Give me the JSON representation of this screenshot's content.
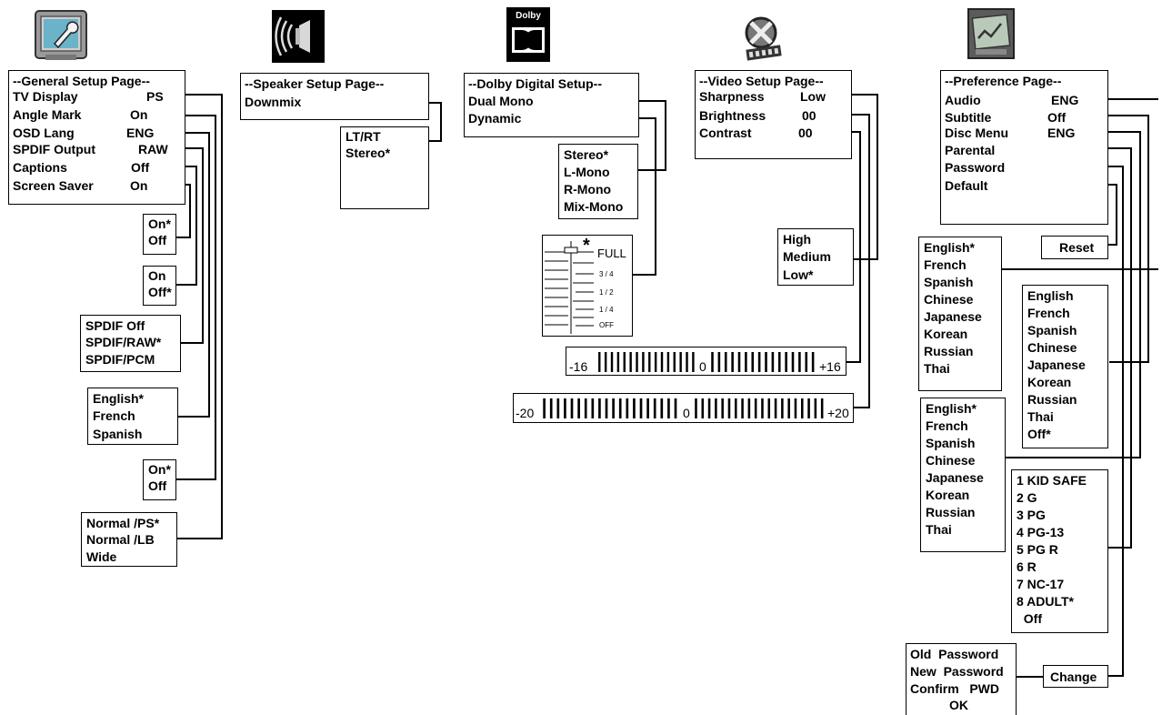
{
  "general": {
    "title": "--General Setup Page--",
    "items": [
      {
        "label": "TV Display",
        "value": "PS"
      },
      {
        "label": "Angle Mark",
        "value": "On"
      },
      {
        "label": "OSD Lang",
        "value": "ENG"
      },
      {
        "label": "SPDIF Output",
        "value": "RAW"
      },
      {
        "label": "Captions",
        "value": "Off"
      },
      {
        "label": "Screen Saver",
        "value": "On"
      }
    ],
    "opt_screen_saver": [
      "On*",
      "Off"
    ],
    "opt_captions": [
      "On",
      "Off*"
    ],
    "opt_spdif": [
      "SPDIF Off",
      "SPDIF/RAW*",
      "SPDIF/PCM"
    ],
    "opt_osd": [
      "English*",
      "French",
      "Spanish"
    ],
    "opt_angle": [
      "On*",
      "Off"
    ],
    "opt_tv": [
      "Normal /PS*",
      "Normal /LB",
      "Wide"
    ]
  },
  "speaker": {
    "title": "--Speaker Setup Page--",
    "items": [
      {
        "label": "Downmix"
      }
    ],
    "opt_downmix": [
      "LT/RT",
      "Stereo*"
    ]
  },
  "dolby": {
    "icon_text": "Dolby",
    "title": "--Dolby Digital Setup--",
    "items": [
      {
        "label": "Dual Mono"
      },
      {
        "label": "Dynamic"
      }
    ],
    "opt_dual_mono": [
      "Stereo*",
      "L-Mono",
      "R-Mono",
      "Mix-Mono"
    ],
    "dynamic_marker": "*",
    "dynamic_levels": [
      "FULL",
      "3 / 4",
      "1 / 2",
      "1 / 4",
      "OFF"
    ]
  },
  "video": {
    "title": "--Video Setup Page--",
    "items": [
      {
        "label": "Sharpness",
        "value": "Low"
      },
      {
        "label": "Brightness",
        "value": "00"
      },
      {
        "label": "Contrast",
        "value": "00"
      }
    ],
    "opt_sharpness": [
      "High",
      "Medium",
      "Low*"
    ],
    "bright_min": "-16",
    "bright_mid": "0",
    "bright_max": "+16",
    "contrast_min": "-20",
    "contrast_mid": "0",
    "contrast_max": "+20"
  },
  "preference": {
    "title": "--Preference Page--",
    "items": [
      {
        "label": "Audio",
        "value": "ENG"
      },
      {
        "label": "Subtitle",
        "value": "Off"
      },
      {
        "label": "Disc Menu",
        "value": "ENG"
      },
      {
        "label": "Parental"
      },
      {
        "label": "Password"
      },
      {
        "label": "Default"
      }
    ],
    "reset": "Reset",
    "opt_audio": [
      "English*",
      "French",
      "Spanish",
      "Chinese",
      "Japanese",
      "Korean",
      "Russian",
      "Thai"
    ],
    "opt_subtitle": [
      "English",
      "French",
      "Spanish",
      "Chinese",
      "Japanese",
      "Korean",
      "Russian",
      "Thai",
      "Off*"
    ],
    "opt_disc_menu": [
      "English*",
      "French",
      "Spanish",
      "Chinese",
      "Japanese",
      "Korean",
      "Russian",
      "Thai"
    ],
    "opt_parental": [
      "1 KID SAFE",
      "2 G",
      "3 PG",
      "4 PG-13",
      "5 PG R",
      "6 R",
      "7 NC-17",
      "8 ADULT*",
      "  Off"
    ],
    "password": {
      "old": "Old  Password",
      "new": "New  Password",
      "confirm": "Confirm   PWD",
      "ok": "OK",
      "change": "Change"
    }
  }
}
